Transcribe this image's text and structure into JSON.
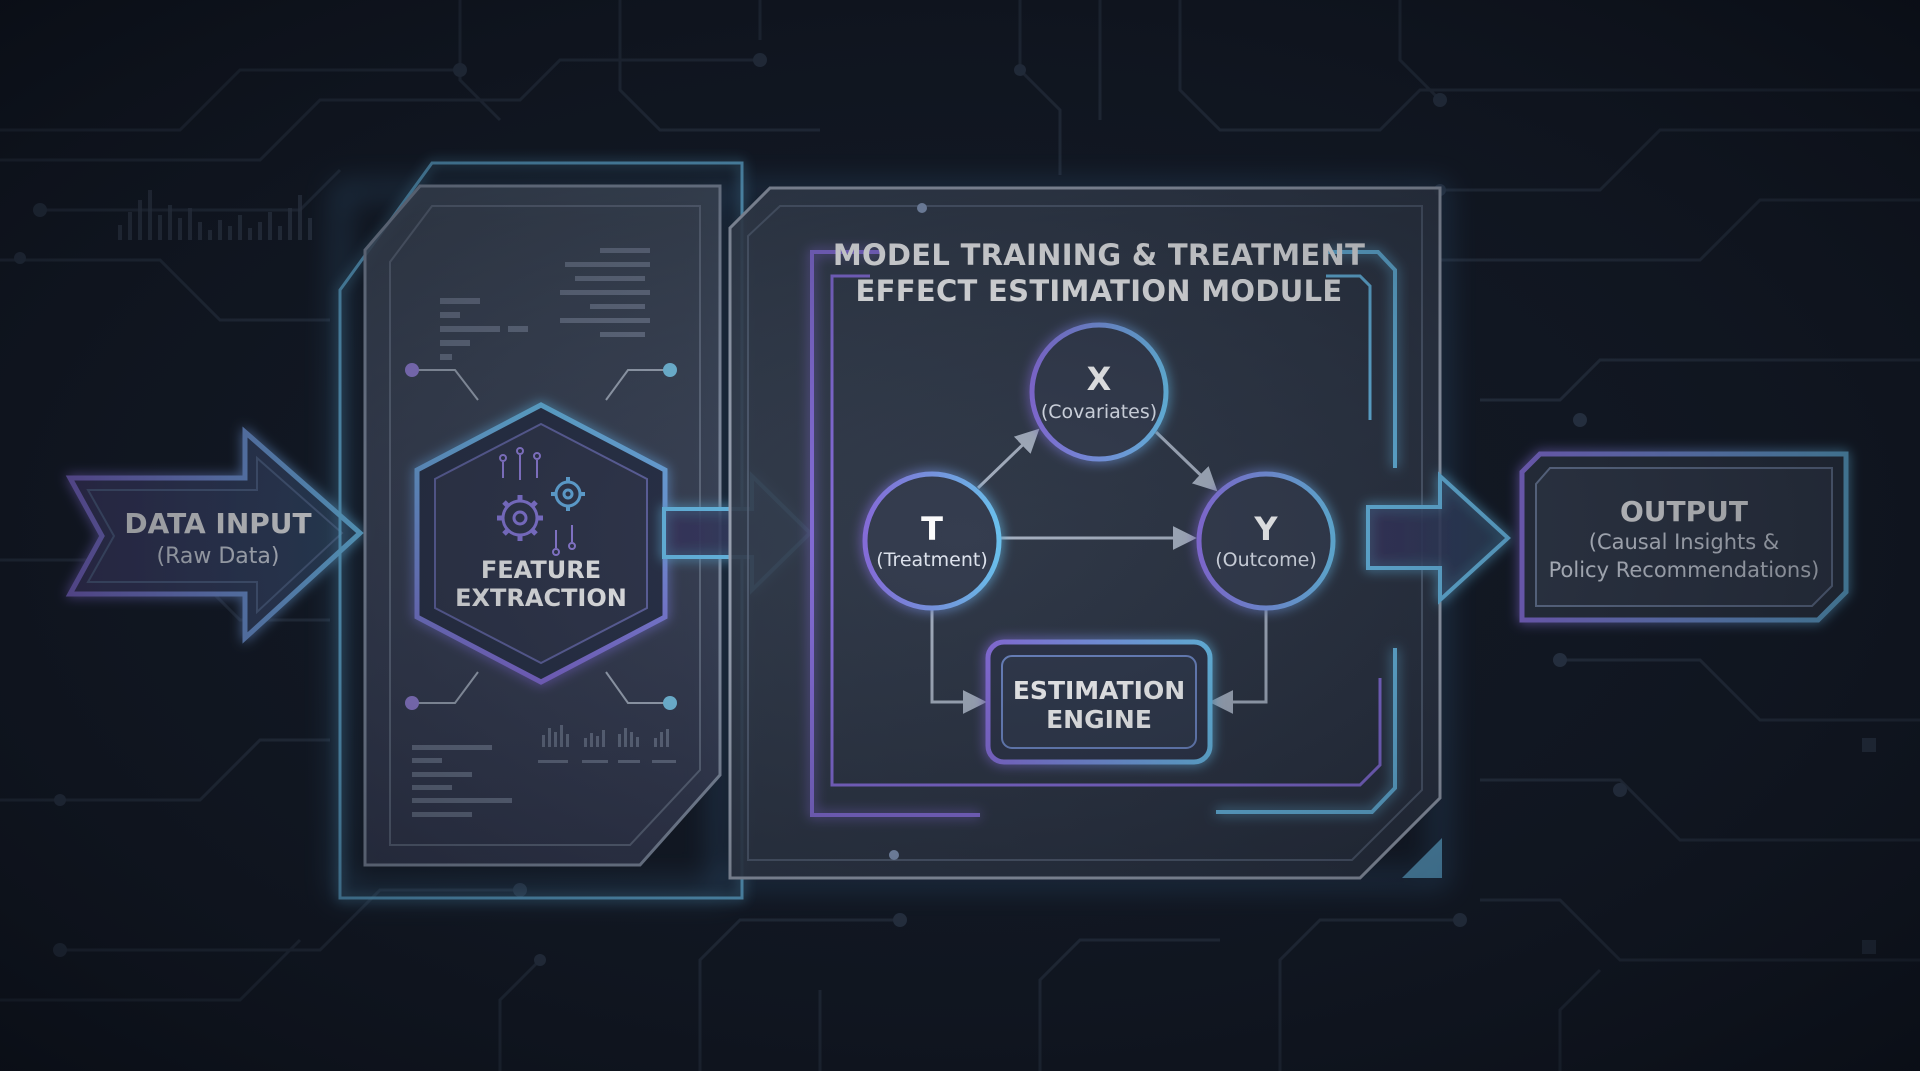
{
  "input": {
    "title": "DATA INPUT",
    "subtitle": "(Raw Data)"
  },
  "feature": {
    "line1": "FEATURE",
    "line2": "EXTRACTION"
  },
  "module": {
    "title_line1": "MODEL TRAINING & TREATMENT",
    "title_line2": "EFFECT ESTIMATION MODULE"
  },
  "nodes": {
    "x": {
      "letter": "X",
      "label": "(Covariates)"
    },
    "t": {
      "letter": "T",
      "label": "(Treatment)"
    },
    "y": {
      "letter": "Y",
      "label": "(Outcome)"
    }
  },
  "engine": {
    "line1": "ESTIMATION",
    "line2": "ENGINE"
  },
  "output": {
    "title": "OUTPUT",
    "line1": "(Causal Insights &",
    "line2": "Policy Recommendations)"
  },
  "colors": {
    "background": "#111722",
    "circuit": "#2a3444",
    "cyan_glow": "#6cc3f0",
    "purple_glow": "#8a6fe0",
    "panel_fill": "#323a48",
    "text": "#ffffff"
  }
}
